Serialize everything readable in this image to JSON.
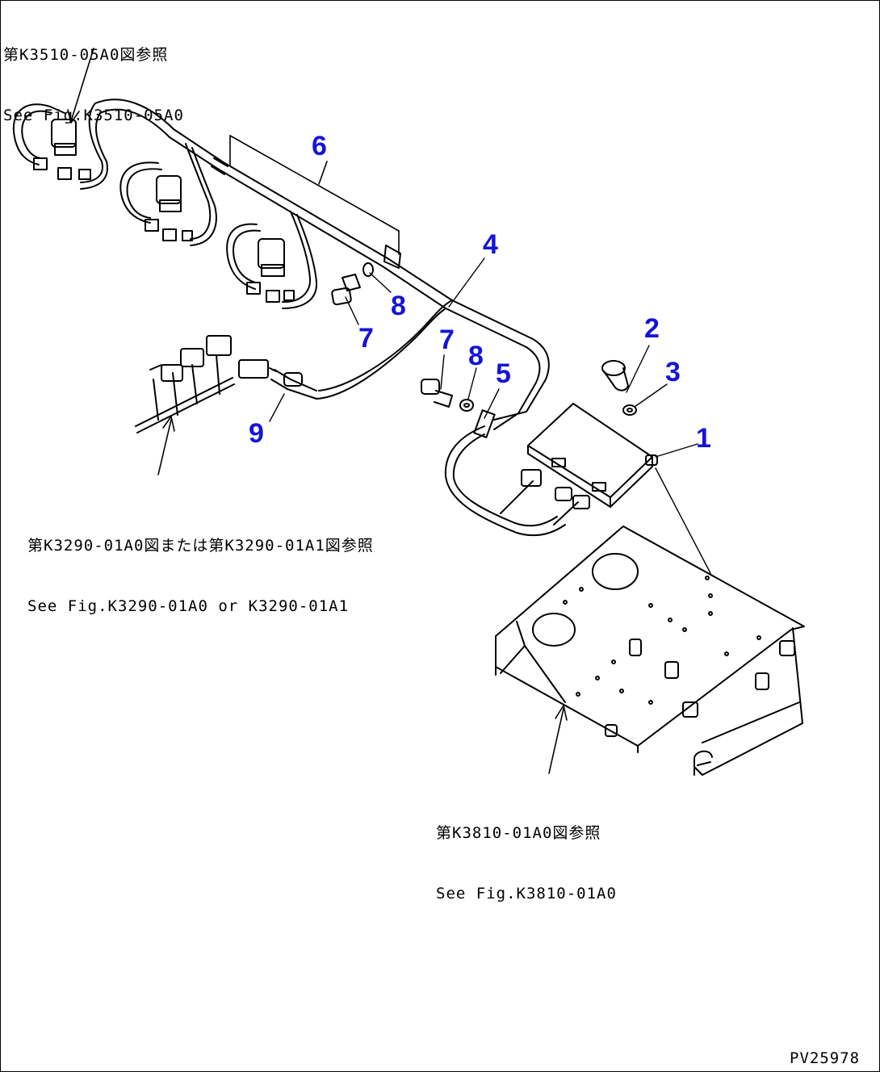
{
  "references": {
    "top": {
      "jp": "第K3510-05A0図参照",
      "en": "See Fig.K3510-05A0"
    },
    "left": {
      "jp": "第K3290-01A0図または第K3290-01A1図参照",
      "en": "See Fig.K3290-01A0 or K3290-01A1"
    },
    "bottom": {
      "jp": "第K3810-01A0図参照",
      "en": "See Fig.K3810-01A0"
    }
  },
  "callouts": {
    "c1": "1",
    "c2": "2",
    "c3": "3",
    "c4": "4",
    "c5": "5",
    "c6": "6",
    "c7a": "7",
    "c7b": "7",
    "c8a": "8",
    "c8b": "8",
    "c9": "9"
  },
  "figure_id": "PV25978",
  "colors": {
    "callout": "#1414d8",
    "line": "#000000"
  }
}
